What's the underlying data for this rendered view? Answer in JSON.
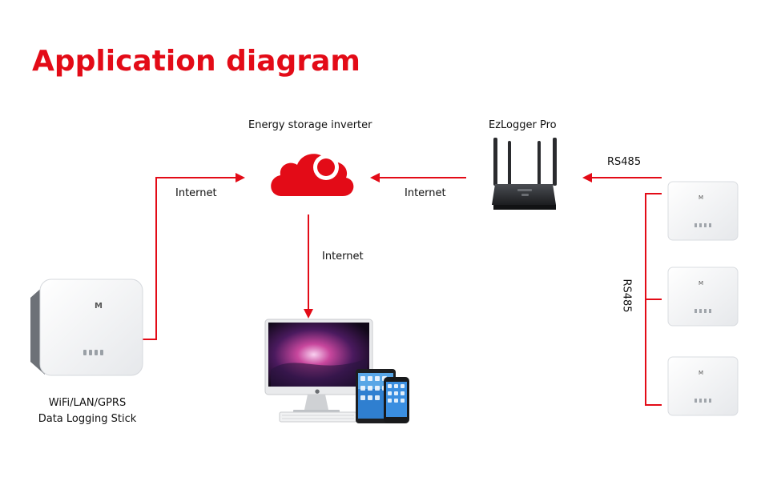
{
  "title": "Application diagram",
  "labels": {
    "cloud": "Energy storage inverter",
    "logger": "EzLogger Pro",
    "rs485_top": "RS485",
    "rs485_side": "RS485",
    "internet_left": "Internet",
    "internet_middle": "Internet",
    "internet_down": "Internet",
    "stick_line1": "WiFi/LAN/GPRS",
    "stick_line2": "Data Logging Stick"
  },
  "colors": {
    "accent": "#e30b17"
  },
  "icons": [
    "cloud-icon",
    "router-icon",
    "inverter-icon",
    "monitor-icon",
    "tablet-icon",
    "phone-icon"
  ]
}
